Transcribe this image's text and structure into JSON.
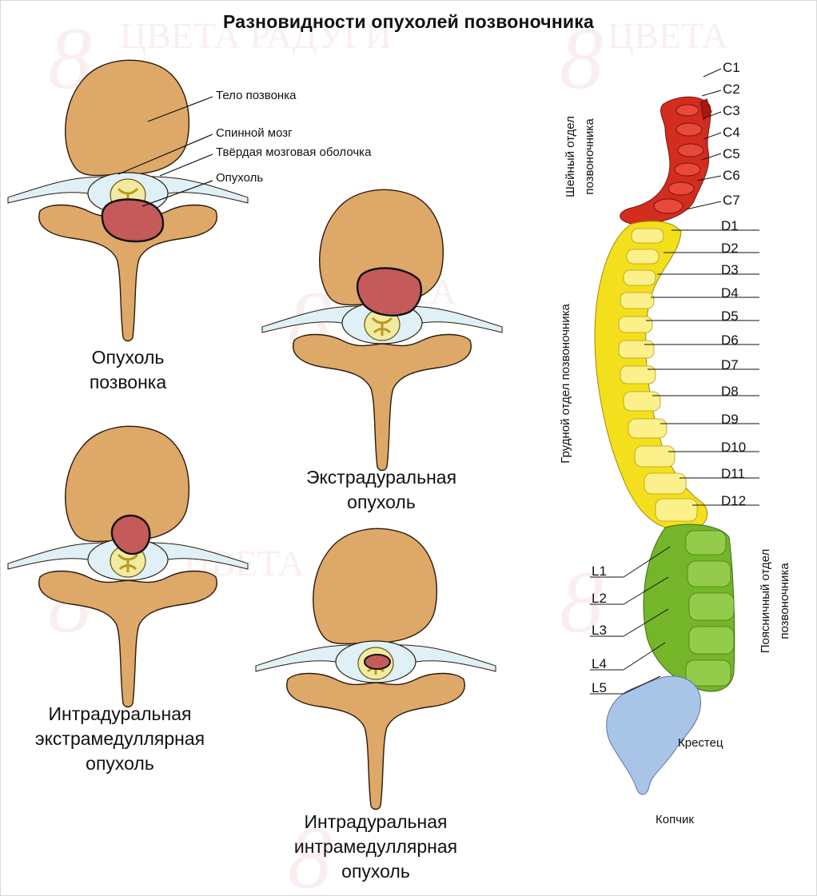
{
  "title": "Разновидности опухолей позвоночника",
  "labels": {
    "body": "Тело позвонка",
    "cord": "Спинной мозг",
    "dura": "Твёрдая мозговая оболочка",
    "tumor": "Опухоль"
  },
  "captions": {
    "vertebral": [
      "Опухоль",
      "позвонка"
    ],
    "extradural": [
      "Экстрадуральная",
      "опухоль"
    ],
    "intradural_extramedullary": [
      "Интрадуральная",
      "экстрамедуллярная",
      "опухоль"
    ],
    "intradural_intramedullary": [
      "Интрадуральная",
      "интрамедуллярная",
      "опухоль"
    ]
  },
  "spine": {
    "regions": {
      "cervical": [
        "Шейный отдел",
        "позвоночника"
      ],
      "thoracic": "Грудной отдел позвоночника",
      "lumbar": [
        "Поясничный отдел",
        "позвоночника"
      ],
      "sacrum": "Крестец",
      "coccyx": "Копчик"
    },
    "cervical_segments": [
      "C1",
      "C2",
      "C3",
      "C4",
      "C5",
      "C6",
      "C7"
    ],
    "thoracic_segments": [
      "D1",
      "D2",
      "D3",
      "D4",
      "D5",
      "D6",
      "D7",
      "D8",
      "D9",
      "D10",
      "D11",
      "D12"
    ],
    "lumbar_segments": [
      "L1",
      "L2",
      "L3",
      "L4",
      "L5"
    ]
  },
  "watermark": "ЦВЕТА РАДУГИ",
  "colors": {
    "bone": "#dea869",
    "bone_outline": "#2a1a0a",
    "tumor": "#c45a5a",
    "cord": "#f2eaa0",
    "csf": "#dff0f6",
    "cervical": "#d22d1f",
    "thoracic": "#f3df1c",
    "lumbar": "#74b52a",
    "sacrum": "#a8c4e6"
  }
}
